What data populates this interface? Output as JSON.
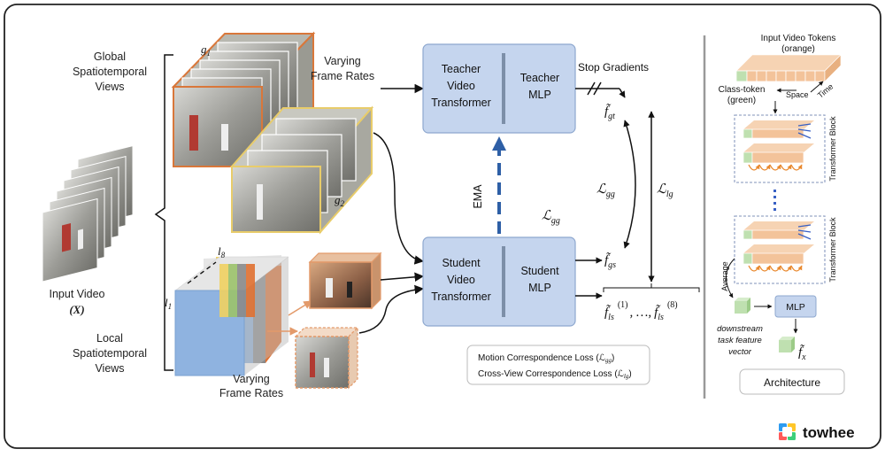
{
  "labels": {
    "global_views": [
      "Global",
      "Spatiotemporal",
      "Views"
    ],
    "local_views": [
      "Local",
      "Spatiotemporal",
      "Views"
    ],
    "input_video": "Input Video",
    "input_video_symbol": "(X)",
    "varying_rates_top": [
      "Varying",
      "Frame Rates"
    ],
    "varying_rates_bottom": [
      "Varying",
      "Frame Rates"
    ],
    "g1": "g",
    "g1_sub": "1",
    "g2": "g",
    "g2_sub": "2",
    "l1": "l",
    "l1_sub": "1",
    "l8": "l",
    "l8_sub": "8",
    "teacher_transformer": [
      "Teacher",
      "Video",
      "Transformer"
    ],
    "teacher_mlp": [
      "Teacher",
      "MLP"
    ],
    "student_transformer": [
      "Student",
      "Video",
      "Transformer"
    ],
    "student_mlp": [
      "Student",
      "MLP"
    ],
    "stop_gradients": "Stop Gradients",
    "ema": "EMA",
    "f_gt": "f̃",
    "f_gt_sub": "gt",
    "f_gs": "f̃",
    "f_gs_sub": "gs",
    "f_ls_seq": "f̃",
    "f_ls_sub": "ls",
    "f_ls_sup1": "(1)",
    "f_ls_dots": ", …,",
    "f_ls_sup8": "(8)",
    "loss_gg_mid": "ℒ",
    "loss_gg_mid_sub": "gg",
    "loss_gg_right": "ℒ",
    "loss_gg_right_sub": "gg",
    "loss_lg": "ℒ",
    "loss_lg_sub": "lg",
    "legend_motion": "Motion Correspondence Loss (ℒ",
    "legend_motion_sub": "gg",
    "legend_cross": "Cross-View Correspondence Loss (ℒ",
    "legend_cross_sub": "lg",
    "legend_close": ")"
  },
  "architecture": {
    "input_tokens": [
      "Input Video Tokens",
      "(orange)"
    ],
    "class_token": [
      "Class-token",
      "(green)"
    ],
    "space": "Space",
    "time": "Time",
    "transformer_block_top": "Transformer Block",
    "transformer_block_bottom": "Transformer Block",
    "average": "Average",
    "mlp": "MLP",
    "downstream": [
      "downstream",
      "task feature",
      "vector"
    ],
    "f_x": "f̃",
    "f_x_sub": "x",
    "title": "Architecture"
  },
  "brand": {
    "name": "towhee"
  },
  "colors": {
    "teacher_box": "#c5d5ee",
    "student_box": "#c5d5ee",
    "ema_arrow": "#2e5fa6",
    "frame_orange": "#d9773a",
    "frame_yellow": "#e8cc6a",
    "token_orange": "#f3c39a",
    "token_green": "#bfe0b0",
    "block_border": "#9aa9c8",
    "loop_arrow": "#e9892f",
    "attention_blue": "#3860c4"
  }
}
